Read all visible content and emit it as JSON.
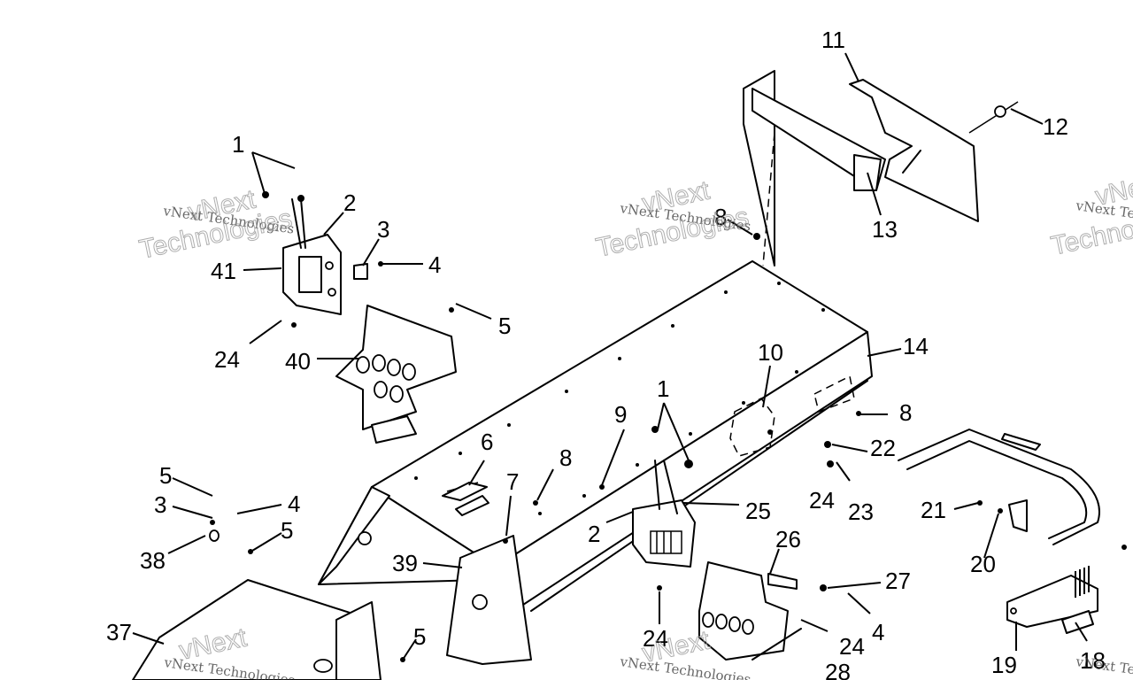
{
  "callouts": {
    "c1a": "1",
    "c2a": "2",
    "c3a": "3",
    "c4a": "4",
    "c41": "41",
    "c5a": "5",
    "c24a": "24",
    "c40": "40",
    "c11": "11",
    "c12": "12",
    "c13": "13",
    "c8a": "8",
    "c14": "14",
    "c10": "10",
    "c8b": "8",
    "c22": "22",
    "c24b": "24",
    "c23": "23",
    "c1b": "1",
    "c9": "9",
    "c6": "6",
    "c7": "7",
    "c8c": "8",
    "c25": "25",
    "c2b": "2",
    "c39": "39",
    "c26": "26",
    "c27": "27",
    "c4b": "4",
    "c24c": "24",
    "c24d": "24",
    "c28": "28",
    "c5b": "5",
    "c3b": "3",
    "c4c": "4",
    "c38": "38",
    "c5c": "5",
    "c37": "37",
    "c5d": "5",
    "c21": "21",
    "c20": "20",
    "c19": "19",
    "c18": "18"
  },
  "watermarks": {
    "brand_line": "vNext Technologies",
    "brand_word_1": "vNext",
    "brand_word_2": "Technologies"
  }
}
